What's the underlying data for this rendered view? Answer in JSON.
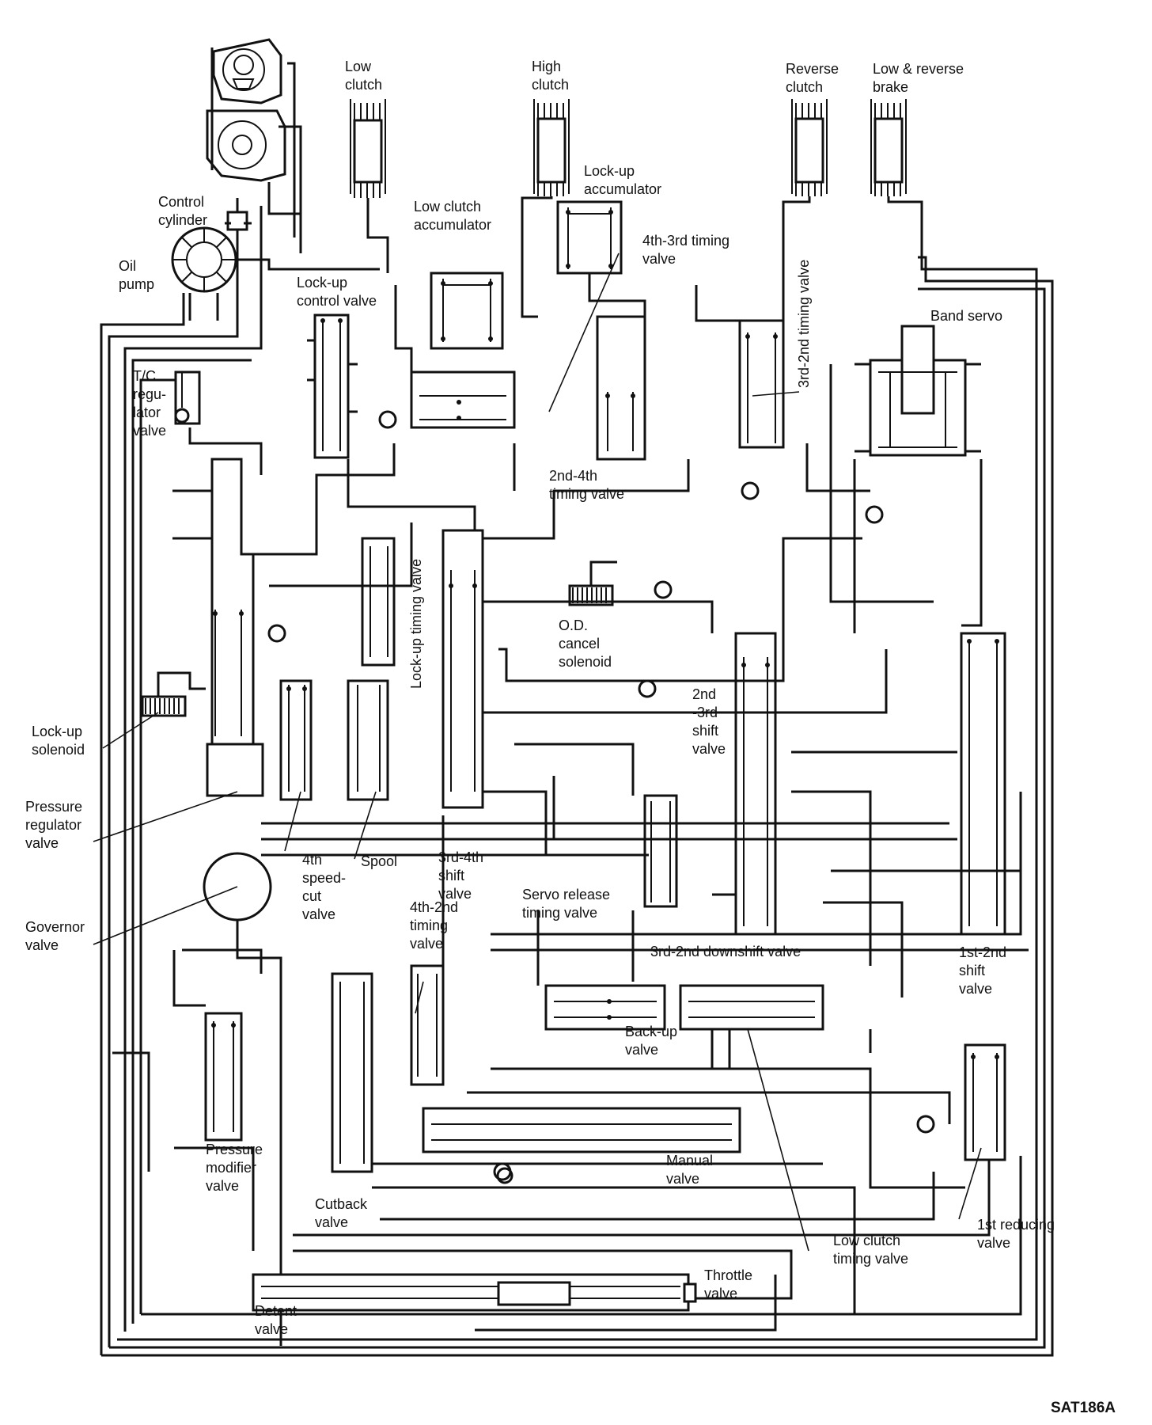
{
  "labels": {
    "low_clutch": "Low\nclutch",
    "high_clutch": "High\nclutch",
    "reverse_clutch": "Reverse\nclutch",
    "low_reverse_brake": "Low & reverse\nbrake",
    "lock_up_accumulator": "Lock-up\naccumulator",
    "control_cylinder": "Control\ncylinder",
    "low_clutch_accumulator": "Low clutch\naccumulator",
    "timing_4th_3rd": "4th-3rd timing\nvalve",
    "oil_pump": "Oil\npump",
    "lock_up_control_valve": "Lock-up\ncontrol valve",
    "timing_3rd_2nd": "3rd-2nd timing valve",
    "band_servo": "Band servo",
    "tc_regulator_valve": "T/C\nregu-\nlator\nvalve",
    "timing_2nd_4th": "2nd-4th\ntiming valve",
    "lock_up_timing_valve": "Lock-up timing valve",
    "od_cancel_solenoid": "O.D.\ncancel\nsolenoid",
    "shift_2nd_3rd": "2nd\n-3rd\nshift\nvalve",
    "lock_up_solenoid": "Lock-up\nsolenoid",
    "pressure_regulator_valve": "Pressure\nregulator\nvalve",
    "speed_cut_4th": "4th\nspeed-\ncut\nvalve",
    "spool": "Spool",
    "shift_3rd_4th": "3rd-4th\nshift\nvalve",
    "servo_release_timing": "Servo release\ntiming valve",
    "governor_valve": "Governor\nvalve",
    "timing_4th_2nd": "4th-2nd\ntiming\nvalve",
    "downshift_3rd_2nd": "3rd-2nd downshift valve",
    "shift_1st_2nd": "1st-2nd\nshift\nvalve",
    "back_up_valve": "Back-up\nvalve",
    "pressure_modifier_valve": "Pressure\nmodifier\nvalve",
    "manual_valve": "Manual\nvalve",
    "cutback_valve": "Cutback\nvalve",
    "low_clutch_timing_valve": "Low clutch\ntiming valve",
    "reducing_1st": "1st reducing\nvalve",
    "throttle_valve": "Throttle\nvalve",
    "detent_valve": "Detent\nvalve"
  },
  "figure_code": "SAT186A"
}
